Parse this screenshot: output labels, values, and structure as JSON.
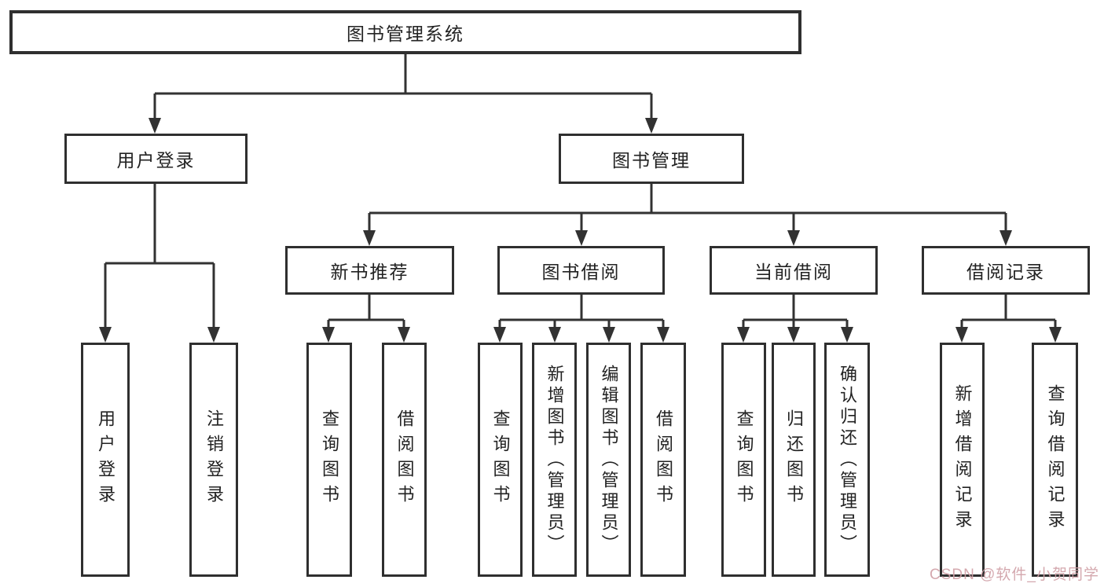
{
  "tree": {
    "root": {
      "label": "图书管理系统"
    },
    "branches": [
      {
        "label": "用户登录",
        "children": [
          {
            "label": "用户登录"
          },
          {
            "label": "注销登录"
          }
        ]
      },
      {
        "label": "图书管理",
        "children": [
          {
            "label": "新书推荐",
            "children": [
              {
                "label": "查询图书"
              },
              {
                "label": "借阅图书"
              }
            ]
          },
          {
            "label": "图书借阅",
            "children": [
              {
                "label": "查询图书"
              },
              {
                "label": "新增图书（管理员）"
              },
              {
                "label": "编辑图书（管理员）"
              },
              {
                "label": "借阅图书"
              }
            ]
          },
          {
            "label": "当前借阅",
            "children": [
              {
                "label": "查询图书"
              },
              {
                "label": "归还图书"
              },
              {
                "label": "确认归还（管理员）"
              }
            ]
          },
          {
            "label": "借阅记录",
            "children": [
              {
                "label": "新增借阅记录"
              },
              {
                "label": "查询借阅记录"
              }
            ]
          }
        ]
      }
    ]
  },
  "watermark": {
    "text": "CSDN @软件_小贺同学"
  },
  "colors": {
    "line": "#323232",
    "box_border": "#2f2f2f",
    "background": "#ffffff",
    "watermark": "#d09fa6"
  }
}
